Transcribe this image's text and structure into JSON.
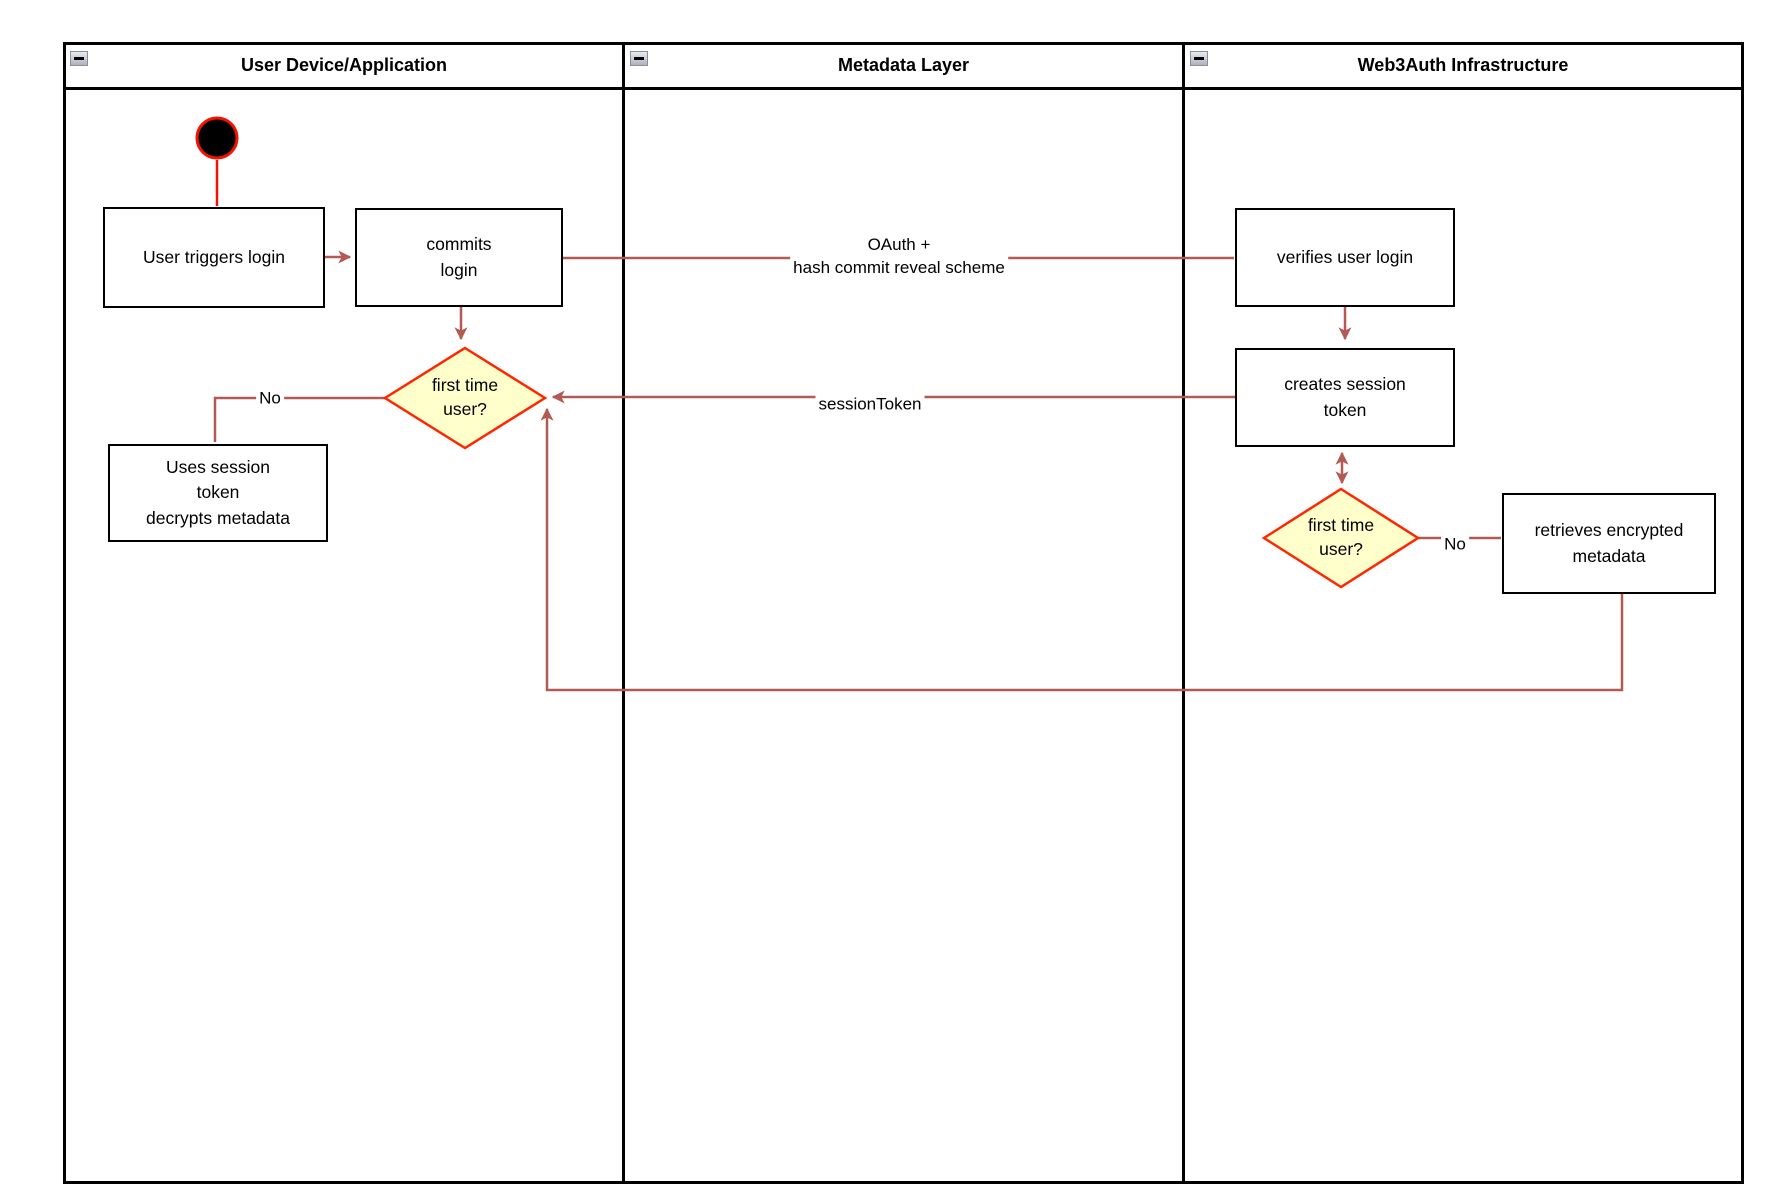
{
  "lanes": [
    {
      "title": "User Device/Application"
    },
    {
      "title": "Metadata Layer"
    },
    {
      "title": "Web3Auth Infrastructure"
    }
  ],
  "nodes": {
    "user_triggers_login": {
      "label": "User triggers login"
    },
    "commits_login": {
      "label": "commits\nlogin"
    },
    "first_time_user_left": {
      "label": "first time\nuser?"
    },
    "uses_session_token": {
      "label": "Uses session\ntoken\ndecrypts metadata"
    },
    "verifies_user_login": {
      "label": "verifies user login"
    },
    "creates_session_token": {
      "label": "creates session\ntoken"
    },
    "first_time_user_right": {
      "label": "first time\nuser?"
    },
    "retrieves_encrypted_metadata": {
      "label": "retrieves encrypted\nmetadata"
    }
  },
  "edges": {
    "oauth": {
      "label": "OAuth +\nhash commit reveal scheme"
    },
    "session_token": {
      "label": "sessionToken"
    },
    "no_left": {
      "label": "No"
    },
    "no_right": {
      "label": "No"
    }
  },
  "icons": {
    "collapse": "collapse-minus-icon"
  },
  "colors": {
    "connector": "#b25a53",
    "start_accent": "#f51300",
    "start_fill": "#000000",
    "decision_border": "#ff2600",
    "decision_fill": "#ffffcc",
    "node_border": "#000000",
    "node_fill": "#ffffff"
  }
}
